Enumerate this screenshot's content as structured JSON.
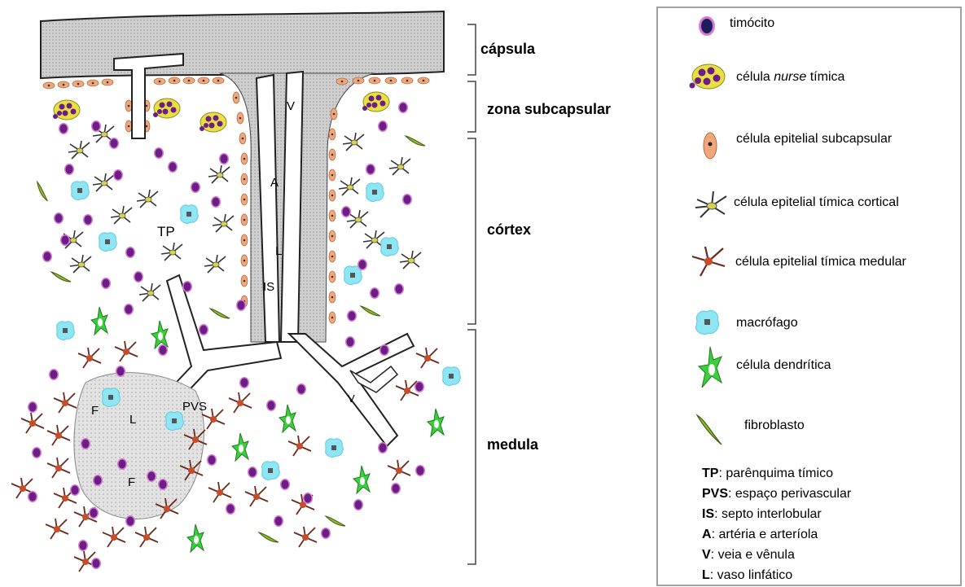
{
  "diagram": {
    "region_labels": {
      "capsule": "cápsula",
      "subcapsular": "zona subcapsular",
      "cortex": "córtex",
      "medulla": "medula"
    },
    "inline_labels": {
      "TP": "TP",
      "A": "A",
      "L_septum": "L",
      "IS": "IS",
      "V_top": "V",
      "PVS": "PVS",
      "L_medulla": "L",
      "F_upper": "F",
      "F_lower": "F",
      "V_lower": "V"
    }
  },
  "legend": {
    "items": [
      {
        "icon": "thymocyte-icon",
        "label_pre": "timócito",
        "label_em": "",
        "label_post": ""
      },
      {
        "icon": "nurse-cell-icon",
        "label_pre": "célula ",
        "label_em": "nurse",
        "label_post": " tímica"
      },
      {
        "icon": "subcapsular-epithelial-icon",
        "label_pre": "célula epitelial  subcapsular",
        "label_em": "",
        "label_post": ""
      },
      {
        "icon": "cortical-epithelial-icon",
        "label_pre": "célula epitelial tímica cortical",
        "label_em": "",
        "label_post": ""
      },
      {
        "icon": "medullary-epithelial-icon",
        "label_pre": "célula epitelial tímica medular",
        "label_em": "",
        "label_post": ""
      },
      {
        "icon": "macrophage-icon",
        "label_pre": "macrófago",
        "label_em": "",
        "label_post": ""
      },
      {
        "icon": "dendritic-cell-icon",
        "label_pre": "célula dendrítica",
        "label_em": "",
        "label_post": ""
      },
      {
        "icon": "fibroblast-icon",
        "label_pre": "fibroblasto",
        "label_em": "",
        "label_post": ""
      }
    ],
    "abbreviations": [
      {
        "abbr": "TP",
        "text": ": parênquima tímico"
      },
      {
        "abbr": "PVS",
        "text": ": espaço perivascular"
      },
      {
        "abbr": "IS",
        "text": ": septo interlobular"
      },
      {
        "abbr": "A",
        "text": ": artéria e arteríola"
      },
      {
        "abbr": "V",
        "text": ": veia e vênula"
      },
      {
        "abbr": "L",
        "text": ": vaso linfático"
      }
    ],
    "colors": {
      "thymocyte_fill": "#6b1f86",
      "thymocyte_ring": "#d77ad0",
      "thymocyte_core": "#1a1f5c",
      "epithelial_subcapsular": "#f0a77c",
      "cortical_epithelial": "#d8d24a",
      "medullary_epithelial": "#c94c2a",
      "macrophage": "#7fe0f0",
      "dendritic": "#3ccf3c",
      "fibroblast": "#8fbc2a",
      "nurse_yellow": "#e8e040",
      "capsule_gray": "#c7c7c7"
    }
  }
}
